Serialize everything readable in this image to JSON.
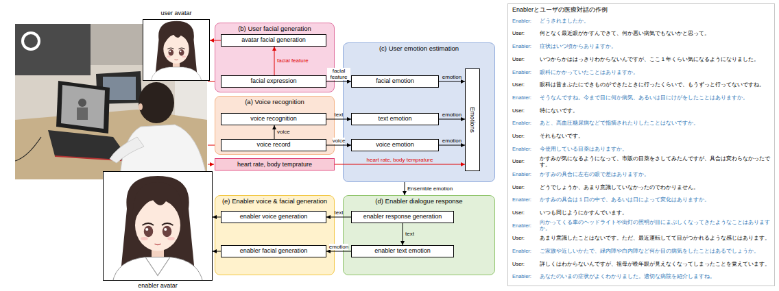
{
  "diagram": {
    "nodes": [
      {
        "text": [
          "user avatar"
        ]
      },
      {
        "text": [
          "(b) User facial generation"
        ]
      },
      {
        "text": [
          "avatar facial generation"
        ],
        "in": 1
      },
      {
        "text": [
          "facial expression"
        ],
        "in": 1
      },
      {
        "text": [
          "(c) User emotion estimation"
        ]
      },
      {
        "text": [
          "facial emotion"
        ],
        "in": 4
      },
      {
        "text": [
          "text emotion"
        ],
        "in": 4
      },
      {
        "text": [
          "voice emotion"
        ],
        "in": 4
      },
      {
        "text": [
          "Emotions"
        ],
        "in": 4
      },
      {
        "text": [
          "(a) Voice recognition"
        ]
      },
      {
        "text": [
          "voice recognition"
        ],
        "in": 9
      },
      {
        "text": [
          "voice record"
        ],
        "in": 9
      },
      {
        "text": [
          "heart rate, body temprature"
        ]
      },
      {
        "text": [
          "(e) Enabler voice & facial generation"
        ]
      },
      {
        "text": [
          "enabler voice generation"
        ],
        "in": 13
      },
      {
        "text": [
          "enabler facial generation"
        ],
        "in": 13
      },
      {
        "text": [
          "(d) Enabler dialogue response"
        ]
      },
      {
        "text": [
          "enabler response generation"
        ],
        "in": 16
      },
      {
        "text": [
          "enabler text emotion"
        ],
        "in": 16
      },
      {
        "text": [
          "enabler avatar"
        ]
      },
      {
        "text": [
          "Enablerとユーザの医療対話の作例",
          "Enabler:",
          "どうされましたか。",
          "User:",
          "何となく最近眼がかすんできて、何か悪い病気でもないかと思って。",
          "Enabler:",
          "症状はいつ頃からありますか。",
          "User:",
          "いつからかははっきりわからないんですが、ここ１年くらい気になるようになりました。",
          "Enabler:",
          "眼科にかかっていたことはありますか。",
          "User:",
          "眼科は昔まぶたにできものができたときに行ったくらいで、もうずっと行ってないですね。",
          "Enabler:",
          "そうなんですね。今まで目に何か病気、あるいは目にけがをしたことはありますか。",
          "User:",
          "特にないです。",
          "Enabler:",
          "あと、高血圧糖尿病などで指摘されたりしたことはないですか。",
          "User:",
          "それもないです。",
          "Enabler:",
          "今使用している目薬はありますか。",
          "User:",
          "かすみが気になるようになって、市販の目薬をさしてみたんですが、具合は変わらなかったです。",
          "Enabler:",
          "かすみの具合に左右の眼で差はありますか。",
          "User:",
          "どうでしょうか、あまり意識していなかったのでわかりません。",
          "Enabler:",
          "かすみの具合は１日の中で、あるいは日によって変化はありますか。",
          "User:",
          "いつも同じようにかすんでいます。",
          "Enabler:",
          "向かってくる車のヘッドライトや街灯の照明が目にまぶしくなってきたようなことはありますか。",
          "User:",
          "あまり意識したことはないです。ただ、最近運転してて目がつかれるような感じはあります。",
          "Enabler:",
          "ご家族や近しいかたで、緑内障や白内障など何か目の病気をしたことはあるでしょうか。",
          "User:",
          "詳しくはわからないんですが、祖母が晩年眼が見えなくなってしまったことを覚えています。",
          "Enabler:",
          "あなたのいまの症状がよくわかりました。適切な病院を紹介しますね。"
        ]
      }
    ],
    "edges": [
      {
        "from": 3,
        "to": 2,
        "label": "facial feature",
        "arrow": "to"
      },
      {
        "from": 2,
        "to": 0,
        "arrow": "to"
      },
      {
        "from": 3,
        "to": 5,
        "label": "facial feature",
        "arrow": "to"
      },
      {
        "from": 11,
        "to": 10,
        "label": "voice",
        "arrow": "to"
      },
      {
        "from": 10,
        "to": 6,
        "label": "text",
        "arrow": "to"
      },
      {
        "from": 11,
        "to": 7,
        "label": "voice",
        "arrow": "to"
      },
      {
        "from": 5,
        "to": 8,
        "label": "emotion",
        "arrow": "to"
      },
      {
        "from": 6,
        "to": 8,
        "label": "emotion",
        "arrow": "to"
      },
      {
        "from": 7,
        "to": 8,
        "label": "emotion",
        "arrow": "to"
      },
      {
        "from": 12,
        "to": 8,
        "label": "heart rate, body temprature",
        "arrow": "to"
      },
      {
        "from": 4,
        "to": 16,
        "label": "Ensemble emotion",
        "arrow": "to"
      },
      {
        "from": 17,
        "to": 18,
        "label": "text",
        "arrow": "to"
      },
      {
        "from": 17,
        "to": 14,
        "label": "text",
        "arrow": "to"
      },
      {
        "from": 18,
        "to": 15,
        "label": "emotion",
        "arrow": "to"
      },
      {
        "from": 14,
        "to": 19,
        "arrow": "to"
      },
      {
        "from": 15,
        "to": 19,
        "arrow": "to"
      }
    ]
  }
}
